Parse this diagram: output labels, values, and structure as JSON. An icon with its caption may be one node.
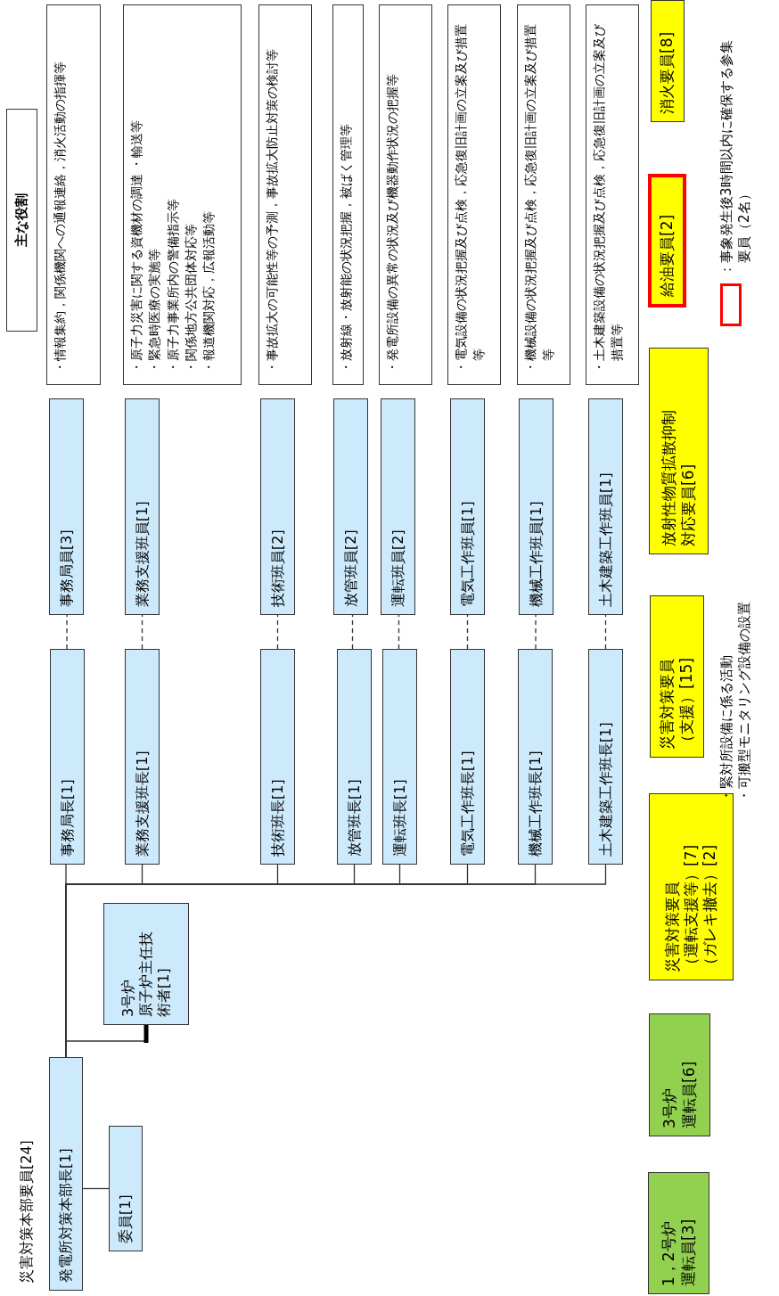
{
  "diagram": {
    "title": "災害対策本部要員[24]",
    "nodes": [
      {
        "text": [
          "発電所対策本部長[1]"
        ]
      },
      {
        "text": [
          "委員[1]"
        ]
      },
      {
        "text": [
          "3号炉",
          "原子炉主任技術者[1]"
        ]
      },
      {
        "text": [
          "事務局長[1]"
        ]
      },
      {
        "text": [
          "業務支援班長[1]"
        ]
      },
      {
        "text": [
          "技術班長[1]"
        ]
      },
      {
        "text": [
          "放管班長[1]"
        ]
      },
      {
        "text": [
          "運転班長[1]"
        ]
      },
      {
        "text": [
          "電気工作班長[1]"
        ]
      },
      {
        "text": [
          "機械工作班長[1]"
        ]
      },
      {
        "text": [
          "土木建築工作班長[1]"
        ]
      },
      {
        "text": [
          "事務局員[3]"
        ]
      },
      {
        "text": [
          "業務支援班員[1]"
        ]
      },
      {
        "text": [
          "技術班員[2]"
        ]
      },
      {
        "text": [
          "放管班員[2]"
        ]
      },
      {
        "text": [
          "運転班員[2]"
        ]
      },
      {
        "text": [
          "電気工作班員[1]"
        ]
      },
      {
        "text": [
          "機械工作班員[1]"
        ]
      },
      {
        "text": [
          "土木建築工作班員[1]"
        ]
      },
      {
        "text": [
          "主な役割"
        ]
      },
      {
        "text": [
          "・情報集約，関係機関への通報連絡，消火活動の指揮等"
        ]
      },
      {
        "text": [
          "・原子力災害に関する資機材の調達 ・輸送等",
          "・緊急時医療の実施等",
          "・原子力事業所内の警備指示等",
          "・関係地方公共団体対応等",
          "・報道機関対応，広報活動等"
        ]
      },
      {
        "text": [
          "・事故拡大の可能性等の予測，事故拡大防止対策の検討等"
        ]
      },
      {
        "text": [
          "・放射線・放射能の状況把握，被ばく管理等"
        ]
      },
      {
        "text": [
          "・発電所設備の異常の状況及び機器動作状況の把握等"
        ]
      },
      {
        "text": [
          "・電気設備の状況把握及び点検，応急復旧計画の立案及び措置等"
        ]
      },
      {
        "text": [
          "・機械設備の状況把握及び点検，応急復旧計画の立案及び措置等"
        ]
      },
      {
        "text": [
          "・土木建築設備の状況把握及び点検，応急復旧計画の立案及び措置等"
        ]
      },
      {
        "text": [
          "1，2号炉",
          "運転員[3]"
        ]
      },
      {
        "text": [
          "3号炉",
          "運転員[6]"
        ]
      },
      {
        "text": [
          "災害対策要員",
          "（運転支援等）[7]",
          "（ガレキ撤去）[2]"
        ]
      },
      {
        "text": [
          "災害対策要員",
          "（支援）[15]"
        ],
        "beside": [
          "・緊対所設備に係る活動",
          "・可搬型モニタリング設備の設置"
        ]
      },
      {
        "text": [
          "放射性物質拡散抑制対応要員[6]"
        ]
      },
      {
        "text": [
          "給油要員[2]"
        ]
      },
      {
        "text": [
          "消火要員[8]"
        ]
      }
    ],
    "edges": [
      {
        "from": 0,
        "to": 1,
        "arrow": "none"
      },
      {
        "from": 0,
        "to": 2,
        "arrow": "other"
      },
      {
        "from": 0,
        "to": 3,
        "arrow": "none"
      },
      {
        "from": 0,
        "to": 4,
        "arrow": "none"
      },
      {
        "from": 0,
        "to": 5,
        "arrow": "none"
      },
      {
        "from": 0,
        "to": 6,
        "arrow": "none"
      },
      {
        "from": 0,
        "to": 7,
        "arrow": "none"
      },
      {
        "from": 0,
        "to": 8,
        "arrow": "none"
      },
      {
        "from": 0,
        "to": 9,
        "arrow": "none"
      },
      {
        "from": 0,
        "to": 10,
        "arrow": "none"
      },
      {
        "from": 3,
        "to": 11,
        "arrow": "none",
        "style": "dashed"
      },
      {
        "from": 4,
        "to": 12,
        "arrow": "none",
        "style": "dashed"
      },
      {
        "from": 5,
        "to": 13,
        "arrow": "none",
        "style": "dashed"
      },
      {
        "from": 6,
        "to": 14,
        "arrow": "none",
        "style": "dashed"
      },
      {
        "from": 7,
        "to": 15,
        "arrow": "none",
        "style": "dashed"
      },
      {
        "from": 8,
        "to": 16,
        "arrow": "none",
        "style": "dashed"
      },
      {
        "from": 9,
        "to": 17,
        "arrow": "none",
        "style": "dashed"
      },
      {
        "from": 10,
        "to": 18,
        "arrow": "none",
        "style": "dashed"
      }
    ],
    "legend": [
      {
        "text": "：事象発生後3時間以内に確保する参集要員（2名）"
      }
    ]
  }
}
